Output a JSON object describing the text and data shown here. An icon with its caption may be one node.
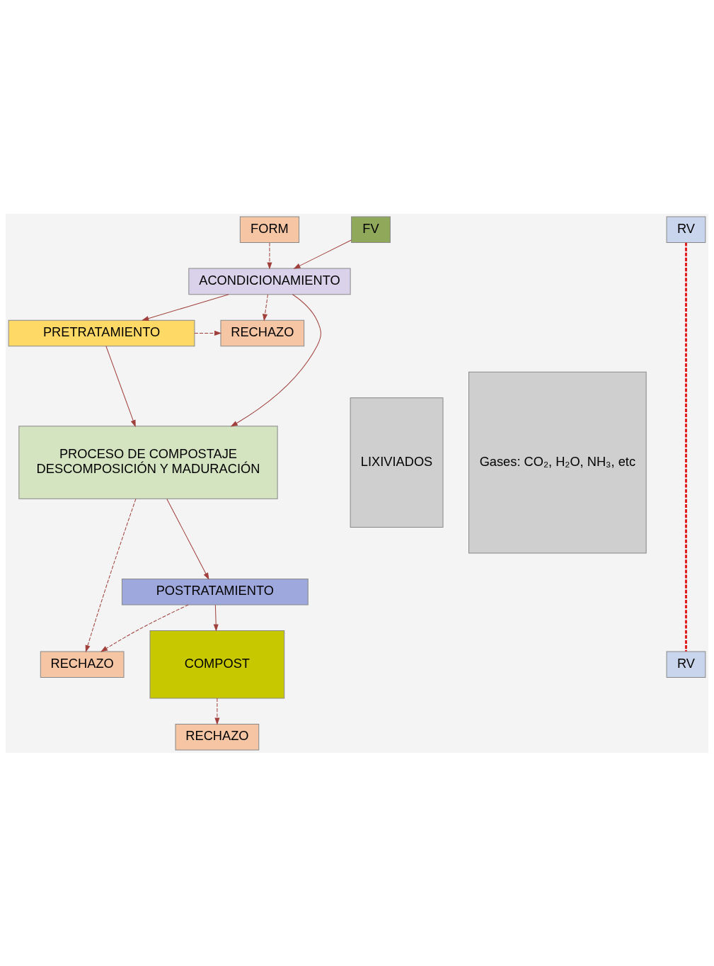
{
  "diagram": {
    "nodes": [
      {
        "text": [
          "FV"
        ]
      },
      {
        "text": [
          "FORM"
        ]
      },
      {
        "text": [
          "RV"
        ]
      },
      {
        "text": [
          "ACONDICIONAMIENTO"
        ]
      },
      {
        "text": [
          "RECHAZO"
        ]
      },
      {
        "text": [
          "PRETRATAMIENTO"
        ]
      },
      {
        "text": [
          "LIXIVIADOS"
        ]
      },
      {
        "text": [
          "PROCESO DE COMPOSTAJE",
          "DESCOMPOSICIÓN Y MADURACIÓN"
        ]
      },
      {
        "text": [
          "Gases: CO₂, H₂O, NH₃, etc"
        ]
      },
      {
        "text": [
          "POSTRATAMIENTO"
        ]
      },
      {
        "text": [
          "RECHAZO"
        ]
      },
      {
        "text": [
          "COMPOST"
        ]
      },
      {
        "text": [
          "RV"
        ]
      },
      {
        "text": [
          "RECHAZO"
        ]
      }
    ],
    "edges": [
      {
        "from": 0,
        "to": 3,
        "arrow": "to"
      },
      {
        "from": 1,
        "to": 3,
        "arrow": "to",
        "style": "dashed"
      },
      {
        "from": 3,
        "to": 4,
        "arrow": "to",
        "style": "dashed"
      },
      {
        "from": 3,
        "to": 5,
        "arrow": "to"
      },
      {
        "from": 5,
        "to": 4,
        "arrow": "to",
        "style": "dashed"
      },
      {
        "from": 3,
        "to": 7,
        "arrow": "to"
      },
      {
        "from": 5,
        "to": 7,
        "arrow": "to"
      },
      {
        "from": 7,
        "to": 10,
        "arrow": "to",
        "style": "dashed"
      },
      {
        "from": 7,
        "to": 9,
        "arrow": "to"
      },
      {
        "from": 9,
        "to": 10,
        "arrow": "to",
        "style": "dashed"
      },
      {
        "from": 9,
        "to": 11,
        "arrow": "to"
      },
      {
        "from": 11,
        "to": 13,
        "arrow": "to",
        "style": "dashed"
      },
      {
        "from": 2,
        "to": 12,
        "arrow": "none",
        "style": "dashed",
        "color": "#e02020"
      }
    ]
  }
}
